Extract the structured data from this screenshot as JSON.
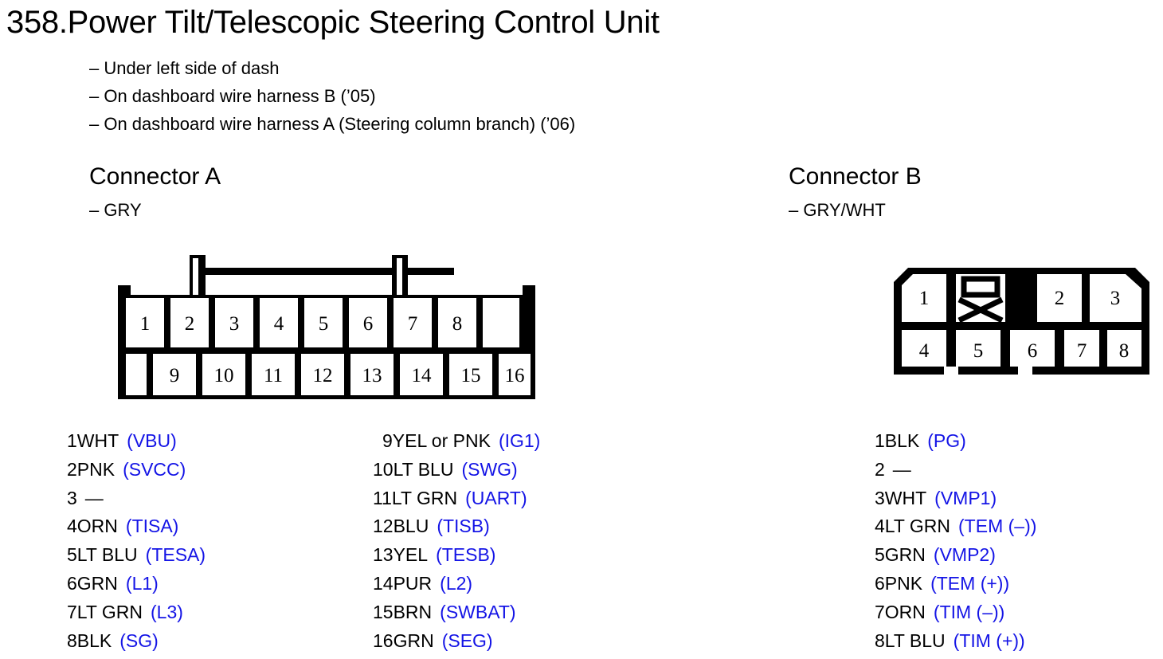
{
  "title": "358.Power Tilt/Telescopic Steering Control Unit",
  "notes": [
    "– Under left side of dash",
    "– On dashboard wire harness B (’05)",
    "– On dashboard wire harness A (Steering column branch) (’06)"
  ],
  "colors": {
    "signal_blue": "#1414e6",
    "outline_black": "#000000",
    "background": "#ffffff"
  },
  "connector_a": {
    "heading": "Connector A",
    "subheading": "– GRY",
    "diagram": {
      "top_row": [
        "1",
        "2",
        "3",
        "4",
        "5",
        "6",
        "7",
        "8"
      ],
      "bottom_row": [
        "9",
        "10",
        "11",
        "12",
        "13",
        "14",
        "15",
        "16"
      ],
      "top_row_trailing_blank": true,
      "bottom_row_leading_blank": true,
      "has_top_posts": true,
      "has_side_notches": true
    },
    "pins_column_1": [
      {
        "num": "1",
        "wire": "WHT",
        "signal": "(VBU)"
      },
      {
        "num": "2",
        "wire": "PNK",
        "signal": "(SVCC)"
      },
      {
        "num": "3",
        "wire": "",
        "signal": "—"
      },
      {
        "num": "4",
        "wire": "ORN",
        "signal": "(TISA)"
      },
      {
        "num": "5",
        "wire": "LT BLU",
        "signal": "(TESA)"
      },
      {
        "num": "6",
        "wire": "GRN",
        "signal": "(L1)"
      },
      {
        "num": "7",
        "wire": "LT GRN",
        "signal": "(L3)"
      },
      {
        "num": "8",
        "wire": "BLK",
        "signal": "(SG)"
      }
    ],
    "pins_column_2": [
      {
        "num": "9",
        "wire": "YEL or PNK",
        "signal": "(IG1)"
      },
      {
        "num": "10",
        "wire": "LT BLU",
        "signal": "(SWG)"
      },
      {
        "num": "11",
        "wire": "LT GRN",
        "signal": "(UART)"
      },
      {
        "num": "12",
        "wire": "BLU",
        "signal": "(TISB)"
      },
      {
        "num": "13",
        "wire": "YEL",
        "signal": "(TESB)"
      },
      {
        "num": "14",
        "wire": "PUR",
        "signal": "(L2)"
      },
      {
        "num": "15",
        "wire": "BRN",
        "signal": "(SWBAT)"
      },
      {
        "num": "16",
        "wire": "GRN",
        "signal": "(SEG)"
      }
    ]
  },
  "connector_b": {
    "heading": "Connector B",
    "subheading": "– GRY/WHT",
    "diagram": {
      "top_row": [
        "1",
        "X",
        "2",
        "3"
      ],
      "bottom_row": [
        "4",
        "5",
        "6",
        "7",
        "8"
      ],
      "blank_cell_marker": "crossed-box",
      "chamfered_top_corners": true,
      "bottom_notches": 2
    },
    "pins": [
      {
        "num": "1",
        "wire": "BLK",
        "signal": "(PG)"
      },
      {
        "num": "2",
        "wire": "",
        "signal": "—"
      },
      {
        "num": "3",
        "wire": "WHT",
        "signal": "(VMP1)"
      },
      {
        "num": "4",
        "wire": "LT GRN",
        "signal": "(TEM (–))"
      },
      {
        "num": "5",
        "wire": "GRN",
        "signal": "(VMP2)"
      },
      {
        "num": "6",
        "wire": "PNK",
        "signal": "(TEM (+))"
      },
      {
        "num": "7",
        "wire": "ORN",
        "signal": "(TIM (–))"
      },
      {
        "num": "8",
        "wire": "LT BLU",
        "signal": "(TIM (+))"
      }
    ]
  }
}
